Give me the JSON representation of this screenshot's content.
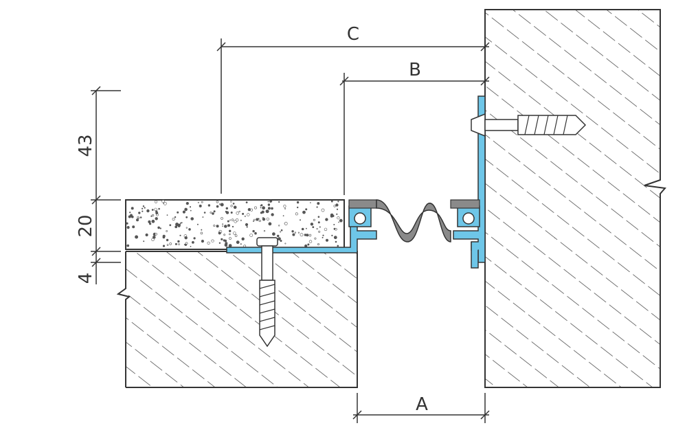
{
  "dimensions": {
    "A": "A",
    "B": "B",
    "C": "C",
    "height_43": "43",
    "height_20": "20",
    "height_4": "4"
  },
  "colors": {
    "line": "#333333",
    "hatch": "#3a3a3a",
    "aluminium_profile": "#6ec6e8",
    "rubber_insert": "#8a8a8a",
    "screed_speckle": "#555555",
    "background": "#ffffff"
  }
}
